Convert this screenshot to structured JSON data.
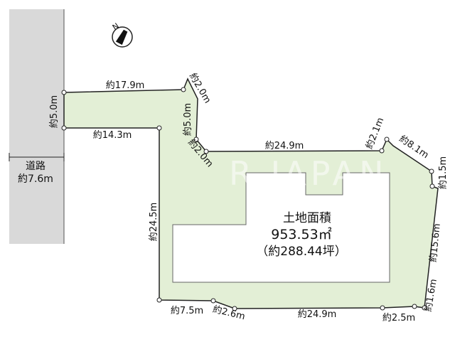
{
  "colors": {
    "lot_fill": "#e3efd6",
    "road_fill": "#d9d9d9",
    "line": "#222222",
    "building_fill": "#ffffff"
  },
  "compass": {
    "label": "N",
    "icon": "compass-north-icon"
  },
  "watermark": "R JAPAN",
  "road": {
    "label_line1": "道路",
    "label_line2": "約7.6m"
  },
  "area": {
    "title": "土地面積",
    "value": "953.53㎡",
    "tsubo": "（約288.44坪）"
  },
  "dimensions": {
    "left_short": "約5.0m",
    "top_17_9": "約17.9m",
    "notch_2_0_top": "約2.0m",
    "inner_14_3": "約14.3m",
    "notch_5_0": "約5.0m",
    "notch_2_0_lower": "約2.0m",
    "top_24_9": "約24.9m",
    "corner_2_1": "約2.1m",
    "edge_8_1": "約8.1m",
    "edge_1_5": "約1.5m",
    "left_24_5": "約24.5m",
    "right_15_6": "約15.6m",
    "right_1_6": "約1.6m",
    "bottom_7_5": "約7.5m",
    "bottom_2_6": "約2.6m",
    "bottom_24_9": "約24.9m",
    "bottom_2_5": "約2.5m"
  }
}
